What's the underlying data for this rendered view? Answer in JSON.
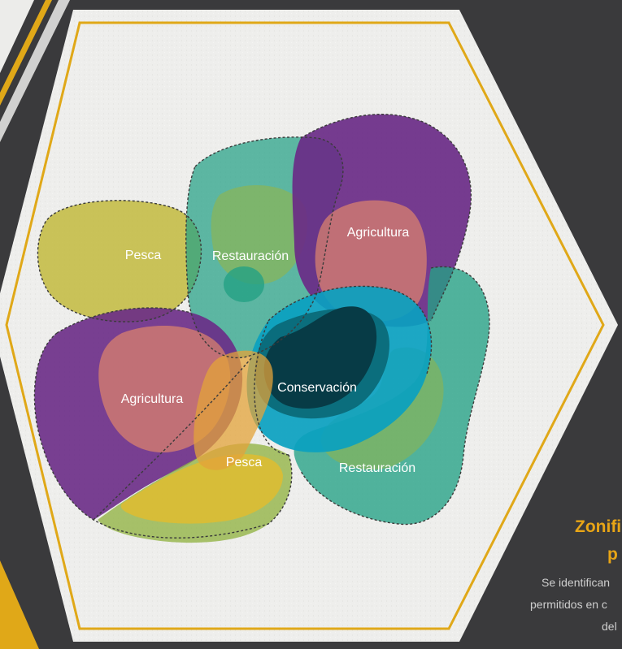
{
  "colors": {
    "background": "#3a3a3c",
    "accent": "#e0a818",
    "paper": "#eeeeec",
    "purple": "#6a2b87",
    "teal": "#24a185",
    "olive": "#93b447",
    "yellow": "#e3bb2c",
    "salmon": "#e0866b",
    "cyan": "#0aa1c0",
    "dark_teal": "#073b46"
  },
  "zones": [
    {
      "label": "Pesca"
    },
    {
      "label": "Restauración"
    },
    {
      "label": "Agricultura"
    },
    {
      "label": "Agricultura"
    },
    {
      "label": "Conservación"
    },
    {
      "label": "Pesca"
    },
    {
      "label": "Restauración"
    }
  ],
  "caption": {
    "title_line1": "Zonifi",
    "title_line2": "p",
    "body_line1": "Se identifican",
    "body_line2": "permitidos en c",
    "body_line3": "del"
  }
}
